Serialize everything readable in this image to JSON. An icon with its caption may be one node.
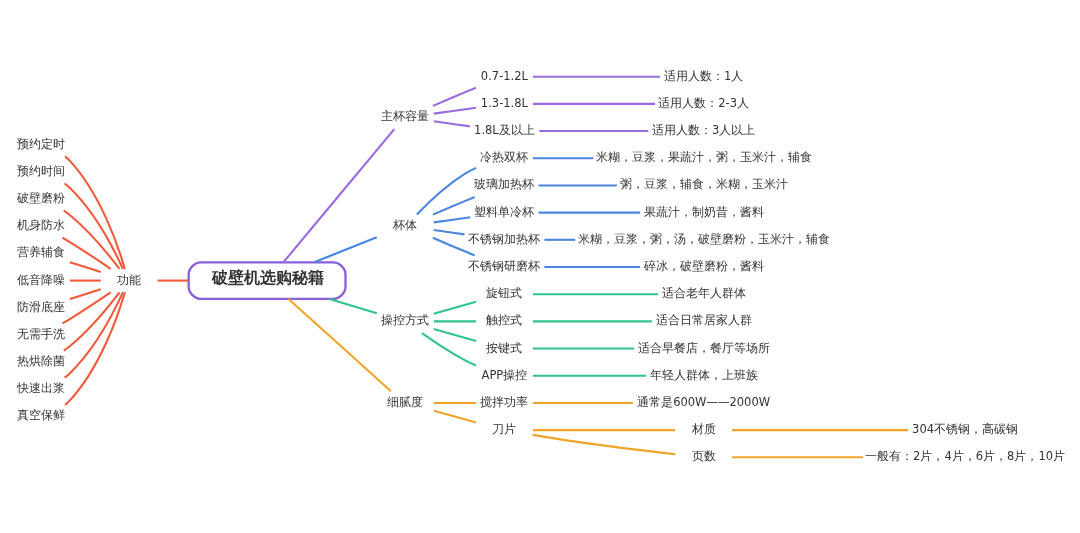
{
  "diagram": {
    "nodes": [
      {
        "text": [
          "预约定时"
        ]
      },
      {
        "text": [
          "预约时间"
        ]
      },
      {
        "text": [
          "破壁磨粉"
        ]
      },
      {
        "text": [
          "机身防水"
        ]
      },
      {
        "text": [
          "营养辅食"
        ]
      },
      {
        "text": [
          "低音降噪"
        ]
      },
      {
        "text": [
          "防滑底座"
        ]
      },
      {
        "text": [
          "无需手洗"
        ]
      },
      {
        "text": [
          "热烘除菌"
        ]
      },
      {
        "text": [
          "快速出浆"
        ]
      },
      {
        "text": [
          "真空保鲜"
        ]
      },
      {
        "text": [
          "功能"
        ]
      },
      {
        "text": [
          "破壁机选购秘籍"
        ]
      },
      {
        "text": [
          "主杯容量"
        ]
      },
      {
        "text": [
          "0.7-1.2L"
        ]
      },
      {
        "text": [
          "适用人数：1人"
        ]
      },
      {
        "text": [
          "1.3-1.8L"
        ]
      },
      {
        "text": [
          "适用人数：2-3人"
        ]
      },
      {
        "text": [
          "1.8L及以上"
        ]
      },
      {
        "text": [
          "适用人数：3人以上"
        ]
      },
      {
        "text": [
          "杯体"
        ]
      },
      {
        "text": [
          "冷热双杯"
        ]
      },
      {
        "text": [
          "米糊，豆浆，果蔬汁，粥，玉米汁，辅食"
        ]
      },
      {
        "text": [
          "玻璃加热杯"
        ]
      },
      {
        "text": [
          "粥，豆浆，辅食，米糊，玉米汁"
        ]
      },
      {
        "text": [
          "塑料单冷杯"
        ]
      },
      {
        "text": [
          "果蔬汁，制奶昔，酱料"
        ]
      },
      {
        "text": [
          "不锈钢加热杯"
        ]
      },
      {
        "text": [
          "米糊，豆浆，粥，汤，破壁磨粉，玉米汁，辅食"
        ]
      },
      {
        "text": [
          "不锈钢研磨杯"
        ]
      },
      {
        "text": [
          "碎冰，破壁磨粉，酱料"
        ]
      },
      {
        "text": [
          "操控方式"
        ]
      },
      {
        "text": [
          "旋钮式"
        ]
      },
      {
        "text": [
          "适合老年人群体"
        ]
      },
      {
        "text": [
          "触控式"
        ]
      },
      {
        "text": [
          "适合日常居家人群"
        ]
      },
      {
        "text": [
          "按键式"
        ]
      },
      {
        "text": [
          "适合早餐店，餐厅等场所"
        ]
      },
      {
        "text": [
          "APP操控"
        ]
      },
      {
        "text": [
          "年轻人群体，上班族"
        ]
      },
      {
        "text": [
          "细腻度"
        ]
      },
      {
        "text": [
          "搅拌功率"
        ]
      },
      {
        "text": [
          "通常是600W——2000W"
        ]
      },
      {
        "text": [
          "刀片"
        ]
      },
      {
        "text": [
          "材质"
        ]
      },
      {
        "text": [
          "304不锈钢，高碳钢"
        ]
      },
      {
        "text": [
          "页数"
        ]
      },
      {
        "text": [
          "一般有：2片，4片，6片，8片，10片"
        ]
      }
    ],
    "edges": [
      {
        "from": 0,
        "to": 11,
        "arrow": "none",
        "color": "#f15a3a"
      },
      {
        "from": 1,
        "to": 11,
        "arrow": "none",
        "color": "#f15a3a"
      },
      {
        "from": 2,
        "to": 11,
        "arrow": "none",
        "color": "#f15a3a"
      },
      {
        "from": 3,
        "to": 11,
        "arrow": "none",
        "color": "#f15a3a"
      },
      {
        "from": 4,
        "to": 11,
        "arrow": "none",
        "color": "#f15a3a"
      },
      {
        "from": 5,
        "to": 11,
        "arrow": "none",
        "color": "#f15a3a"
      },
      {
        "from": 6,
        "to": 11,
        "arrow": "none",
        "color": "#f15a3a"
      },
      {
        "from": 7,
        "to": 11,
        "arrow": "none",
        "color": "#f15a3a"
      },
      {
        "from": 8,
        "to": 11,
        "arrow": "none",
        "color": "#f15a3a"
      },
      {
        "from": 9,
        "to": 11,
        "arrow": "none",
        "color": "#f15a3a"
      },
      {
        "from": 10,
        "to": 11,
        "arrow": "none",
        "color": "#f15a3a"
      },
      {
        "from": 11,
        "to": 12,
        "arrow": "none",
        "color": "#f15a3a"
      },
      {
        "from": 12,
        "to": 13,
        "arrow": "none",
        "color": "#9a6ae0"
      },
      {
        "from": 13,
        "to": 14,
        "arrow": "none",
        "color": "#9a6ae0"
      },
      {
        "from": 14,
        "to": 15,
        "arrow": "none",
        "color": "#9a6ae0"
      },
      {
        "from": 13,
        "to": 16,
        "arrow": "none",
        "color": "#9a6ae0"
      },
      {
        "from": 16,
        "to": 17,
        "arrow": "none",
        "color": "#9a6ae0"
      },
      {
        "from": 13,
        "to": 18,
        "arrow": "none",
        "color": "#9a6ae0"
      },
      {
        "from": 18,
        "to": 19,
        "arrow": "none",
        "color": "#9a6ae0"
      },
      {
        "from": 12,
        "to": 20,
        "arrow": "none",
        "color": "#4a86e0"
      },
      {
        "from": 20,
        "to": 21,
        "arrow": "none",
        "color": "#4a86e0"
      },
      {
        "from": 21,
        "to": 22,
        "arrow": "none",
        "color": "#4a86e0"
      },
      {
        "from": 20,
        "to": 23,
        "arrow": "none",
        "color": "#4a86e0"
      },
      {
        "from": 23,
        "to": 24,
        "arrow": "none",
        "color": "#4a86e0"
      },
      {
        "from": 20,
        "to": 25,
        "arrow": "none",
        "color": "#4a86e0"
      },
      {
        "from": 25,
        "to": 26,
        "arrow": "none",
        "color": "#4a86e0"
      },
      {
        "from": 20,
        "to": 27,
        "arrow": "none",
        "color": "#4a86e0"
      },
      {
        "from": 27,
        "to": 28,
        "arrow": "none",
        "color": "#4a86e0"
      },
      {
        "from": 20,
        "to": 29,
        "arrow": "none",
        "color": "#4a86e0"
      },
      {
        "from": 29,
        "to": 30,
        "arrow": "none",
        "color": "#4a86e0"
      },
      {
        "from": 12,
        "to": 31,
        "arrow": "none",
        "color": "#2fc48d"
      },
      {
        "from": 31,
        "to": 32,
        "arrow": "none",
        "color": "#2fc48d"
      },
      {
        "from": 32,
        "to": 33,
        "arrow": "none",
        "color": "#2fc48d"
      },
      {
        "from": 31,
        "to": 34,
        "arrow": "none",
        "color": "#2fc48d"
      },
      {
        "from": 34,
        "to": 35,
        "arrow": "none",
        "color": "#2fc48d"
      },
      {
        "from": 31,
        "to": 36,
        "arrow": "none",
        "color": "#2fc48d"
      },
      {
        "from": 36,
        "to": 37,
        "arrow": "none",
        "color": "#2fc48d"
      },
      {
        "from": 31,
        "to": 38,
        "arrow": "none",
        "color": "#2fc48d"
      },
      {
        "from": 38,
        "to": 39,
        "arrow": "none",
        "color": "#2fc48d"
      },
      {
        "from": 12,
        "to": 40,
        "arrow": "none",
        "color": "#f0a52a"
      },
      {
        "from": 40,
        "to": 41,
        "arrow": "none",
        "color": "#f0a52a"
      },
      {
        "from": 41,
        "to": 42,
        "arrow": "none",
        "color": "#f0a52a"
      },
      {
        "from": 40,
        "to": 43,
        "arrow": "none",
        "color": "#f0a52a"
      },
      {
        "from": 43,
        "to": 44,
        "arrow": "none",
        "color": "#f0a52a"
      },
      {
        "from": 44,
        "to": 45,
        "arrow": "none",
        "color": "#f0a52a"
      },
      {
        "from": 43,
        "to": 46,
        "arrow": "none",
        "color": "#f0a52a"
      },
      {
        "from": 46,
        "to": 47,
        "arrow": "none",
        "color": "#f0a52a"
      }
    ]
  }
}
